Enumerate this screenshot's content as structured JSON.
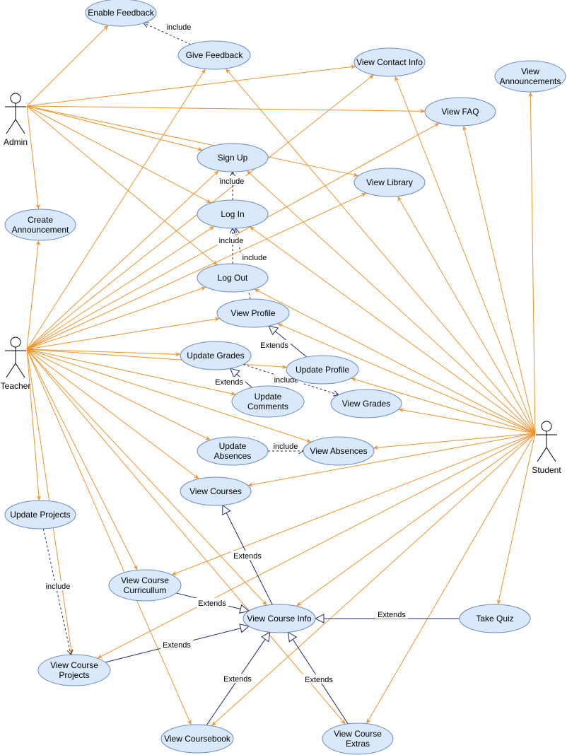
{
  "actors": {
    "admin": "Admin",
    "teacher": "Teacher",
    "student": "Student"
  },
  "use_cases": {
    "enable_feedback": [
      "Enable Feedback"
    ],
    "give_feedback": [
      "Give Feedback"
    ],
    "view_contact_info": [
      "View Contact Info"
    ],
    "view_announcements": [
      "View",
      "Announcements"
    ],
    "view_faq": [
      "View FAQ"
    ],
    "sign_up": [
      "Sign Up"
    ],
    "view_library": [
      "View Library"
    ],
    "create_announcement": [
      "Create",
      "Announcement"
    ],
    "log_in": [
      "Log In"
    ],
    "log_out": [
      "Log Out"
    ],
    "view_profile": [
      "View Profile"
    ],
    "update_grades": [
      "Update Grades"
    ],
    "update_profile": [
      "Update Profile"
    ],
    "update_comments": [
      "Update",
      "Comments"
    ],
    "view_grades": [
      "View Grades"
    ],
    "update_absences": [
      "Update",
      "Absences"
    ],
    "view_absences": [
      "View Absences"
    ],
    "view_courses": [
      "View Courses"
    ],
    "update_projects": [
      "Update Projects"
    ],
    "view_course_curriculum": [
      "View Course",
      "Curricullum"
    ],
    "view_course_info": [
      "View Course Info"
    ],
    "take_quiz": [
      "Take Quiz"
    ],
    "view_course_projects": [
      "View Course",
      "Projects"
    ],
    "view_coursebook": [
      "View Coursebook"
    ],
    "view_course_extras": [
      "View Course",
      "Extras"
    ]
  },
  "relation_labels": {
    "include": "include",
    "extends": "Extends"
  },
  "colors": {
    "association": "#f0932b",
    "dependency": "#1f2a66",
    "use_case_fill": "#dae8fc",
    "use_case_stroke": "#6c8ebf"
  },
  "associations": [
    [
      "admin",
      "enable_feedback"
    ],
    [
      "admin",
      "view_contact_info"
    ],
    [
      "admin",
      "view_faq"
    ],
    [
      "admin",
      "sign_up"
    ],
    [
      "admin",
      "view_library"
    ],
    [
      "admin",
      "create_announcement"
    ],
    [
      "admin",
      "log_in"
    ],
    [
      "admin",
      "log_out"
    ],
    [
      "teacher",
      "create_announcement"
    ],
    [
      "teacher",
      "give_feedback"
    ],
    [
      "teacher",
      "view_contact_info"
    ],
    [
      "teacher",
      "view_faq"
    ],
    [
      "teacher",
      "sign_up"
    ],
    [
      "teacher",
      "view_library"
    ],
    [
      "teacher",
      "log_in"
    ],
    [
      "teacher",
      "log_out"
    ],
    [
      "teacher",
      "view_profile"
    ],
    [
      "teacher",
      "update_grades"
    ],
    [
      "teacher",
      "update_profile"
    ],
    [
      "teacher",
      "update_comments"
    ],
    [
      "teacher",
      "update_absences"
    ],
    [
      "teacher",
      "view_absences"
    ],
    [
      "teacher",
      "view_courses"
    ],
    [
      "teacher",
      "update_projects"
    ],
    [
      "teacher",
      "view_course_curriculum"
    ],
    [
      "teacher",
      "view_course_info"
    ],
    [
      "teacher",
      "view_course_projects"
    ],
    [
      "teacher",
      "view_coursebook"
    ],
    [
      "teacher",
      "view_course_extras"
    ],
    [
      "student",
      "view_announcements"
    ],
    [
      "student",
      "view_faq"
    ],
    [
      "student",
      "view_contact_info"
    ],
    [
      "student",
      "give_feedback"
    ],
    [
      "student",
      "sign_up"
    ],
    [
      "student",
      "view_library"
    ],
    [
      "student",
      "log_in"
    ],
    [
      "student",
      "log_out"
    ],
    [
      "student",
      "view_profile"
    ],
    [
      "student",
      "update_profile"
    ],
    [
      "student",
      "view_grades"
    ],
    [
      "student",
      "view_absences"
    ],
    [
      "student",
      "view_courses"
    ],
    [
      "student",
      "view_course_curriculum"
    ],
    [
      "student",
      "view_course_info"
    ],
    [
      "student",
      "take_quiz"
    ],
    [
      "student",
      "view_course_projects"
    ],
    [
      "student",
      "view_coursebook"
    ],
    [
      "student",
      "view_course_extras"
    ]
  ],
  "includes": [
    [
      "give_feedback",
      "enable_feedback"
    ],
    [
      "log_in",
      "sign_up"
    ],
    [
      "log_out",
      "log_in"
    ],
    [
      "view_profile",
      "log_in"
    ],
    [
      "update_grades",
      "view_grades"
    ],
    [
      "update_absences",
      "view_absences"
    ],
    [
      "update_projects",
      "view_course_projects"
    ]
  ],
  "extends": [
    [
      "update_profile",
      "view_profile"
    ],
    [
      "update_comments",
      "update_grades"
    ],
    [
      "view_course_info",
      "view_courses"
    ],
    [
      "view_course_curriculum",
      "view_course_info"
    ],
    [
      "view_course_projects",
      "view_course_info"
    ],
    [
      "view_coursebook",
      "view_course_info"
    ],
    [
      "view_course_extras",
      "view_course_info"
    ],
    [
      "take_quiz",
      "view_course_info"
    ]
  ]
}
